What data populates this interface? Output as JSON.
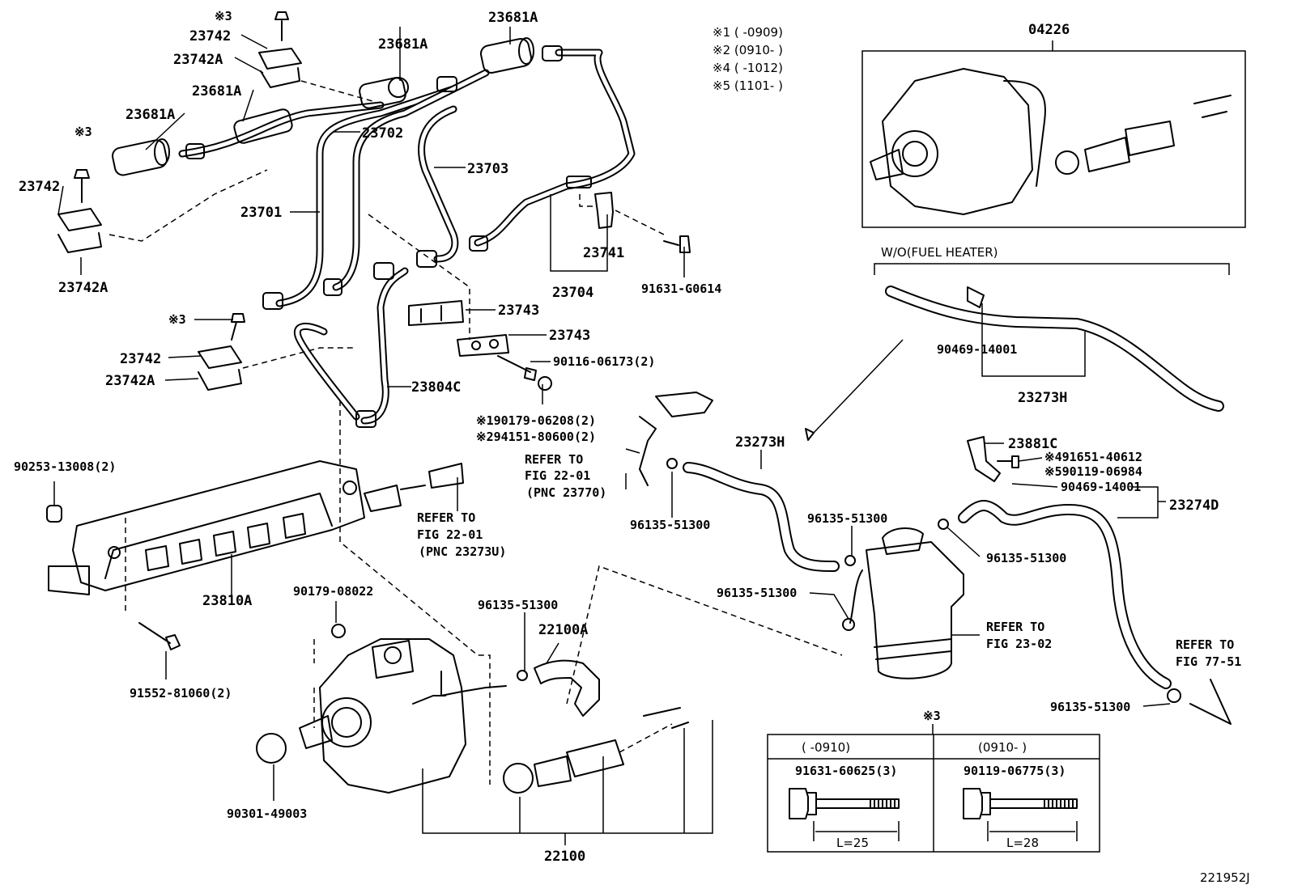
{
  "diagram_id": "221952J",
  "legend": {
    "m1": "※1 (      -0909)",
    "m2": "※2 (0910-      )",
    "m4": "※4 (      -1012)",
    "m5": "※5 (1101-      )"
  },
  "parts": {
    "p23742_top": "23742",
    "p23742A_top": "23742A",
    "m3_top": "※3",
    "p23681A_a": "23681A",
    "p23681A_b": "23681A",
    "p23681A_c": "23681A",
    "p23681A_d": "23681A",
    "p23702": "23702",
    "p23703": "23703",
    "m3_left": "※3",
    "p23742_left": "23742",
    "p23701": "23701",
    "p23742A_left": "23742A",
    "p23741": "23741",
    "p23704": "23704",
    "p91631G0614": "91631-G0614",
    "p23743_a": "23743",
    "p23743_b": "23743",
    "p90116": "90116-06173(2)",
    "m3_mid": "※3",
    "p23742_mid": "23742",
    "p23742A_mid": "23742A",
    "p23804C": "23804C",
    "p90179_06208": "※190179-06208(2)",
    "p94151": "※294151-80600(2)",
    "p90253": "90253-13008(2)",
    "p23810A": "23810A",
    "p91552": "91552-81060(2)",
    "p90179_08022": "90179-08022",
    "p90301": "90301-49003",
    "p96135_a": "96135-51300",
    "p22100A": "22100A",
    "p22100": "22100",
    "p96135_b": "96135-51300",
    "p23273H_main": "23273H",
    "p96135_c": "96135-51300",
    "p96135_d": "96135-51300",
    "p96135_e": "96135-51300",
    "p23881C": "23881C",
    "p91651": "※491651-40612",
    "p90119_06984": "※590119-06984",
    "p90469_b": "90469-14001",
    "p23274D": "23274D",
    "p96135_f": "96135-51300",
    "p04226": "04226",
    "p90469_a": "90469-14001",
    "p23273H_box": "23273H",
    "fuel_heater": "W/O(FUEL HEATER)"
  },
  "refs": {
    "r1": [
      "REFER TO",
      "FIG 22-01",
      "(PNC 23770)"
    ],
    "r2": [
      "REFER TO",
      "FIG 22-01",
      "(PNC 23273U)"
    ],
    "r3": [
      "REFER TO",
      "FIG 23-02"
    ],
    "r4": [
      "REFER TO",
      "FIG 77-51"
    ]
  },
  "bolt_table": {
    "note": "※3",
    "col1_range": "(      -0910)",
    "col2_range": "(0910-      )",
    "col1_part": "91631-60625(3)",
    "col2_part": "90119-06775(3)",
    "col1_len": "L=25",
    "col2_len": "L=28"
  }
}
